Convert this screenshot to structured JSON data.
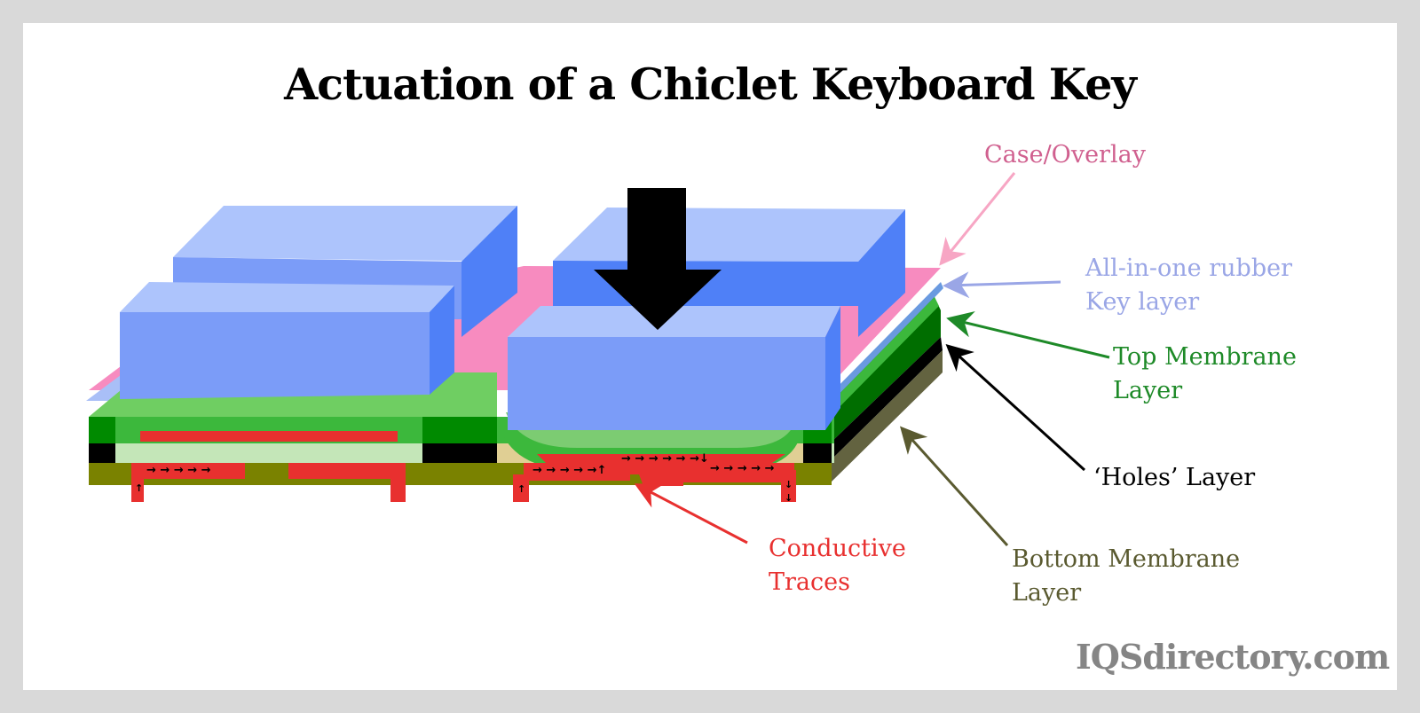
{
  "title": "Actuation of a Chiclet Keyboard Key",
  "labels": {
    "case_overlay": "Case/Overlay",
    "rubber_key_layer": "All-in-one rubber\nKey layer",
    "top_membrane": "Top Membrane\nLayer",
    "holes_layer": "‘Holes’ Layer",
    "bottom_membrane": "Bottom Membrane\nLayer",
    "conductive_traces": "Conductive\nTraces"
  },
  "watermark": "IQSdirectory.com",
  "colors": {
    "case_overlay": "#f78bbf",
    "case_overlay_label": "#d0608f",
    "rubber_key": "#7b9cf8",
    "rubber_key_label": "#9aa6e6",
    "top_membrane": "#3cb83c",
    "top_membrane_label": "#1e8a28",
    "holes_layer": "#000000",
    "bottom_membrane": "#7a8200",
    "bottom_membrane_label": "#5a5a30",
    "conductive_traces": "#e8302f",
    "press_arrow": "#000000"
  },
  "icons": {
    "press": "down-arrow-icon",
    "current_flow": "small-arrow-icon"
  }
}
